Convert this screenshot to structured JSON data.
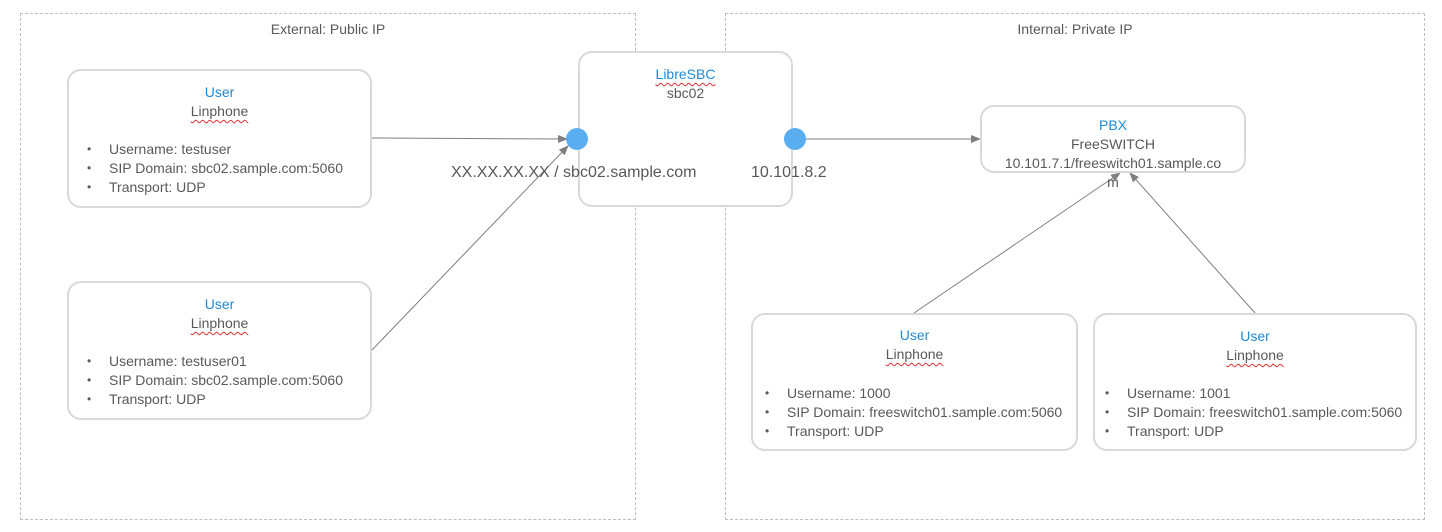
{
  "zones": {
    "external": {
      "title": "External: Public IP"
    },
    "internal": {
      "title": "Internal: Private IP"
    }
  },
  "sbc": {
    "role": "LibreSBC",
    "name": "sbc02"
  },
  "sbc_ports": {
    "public_label": "XX.XX.XX.XX / sbc02.sample.com",
    "private_label": "10.101.8.2"
  },
  "pbx": {
    "role": "PBX",
    "name": "FreeSWITCH",
    "address_line1": "10.101.7.1/freeswitch01.sample.co",
    "address_line2": "m"
  },
  "external_users": [
    {
      "role": "User",
      "app": "Linphone",
      "items": [
        "Username: testuser",
        "SIP Domain: sbc02.sample.com:5060",
        "Transport: UDP"
      ]
    },
    {
      "role": "User",
      "app": "Linphone",
      "items": [
        "Username: testuser01",
        "SIP Domain: sbc02.sample.com:5060",
        "Transport: UDP"
      ]
    }
  ],
  "internal_users": [
    {
      "role": "User",
      "app": "Linphone",
      "items": [
        "Username: 1000",
        "SIP Domain: freeswitch01.sample.com:5060",
        "Transport: UDP"
      ]
    },
    {
      "role": "User",
      "app": "Linphone",
      "items": [
        "Username: 1001",
        "SIP Domain: freeswitch01.sample.com:5060",
        "Transport: UDP"
      ]
    }
  ],
  "colors": {
    "accent": "#1f8ad6",
    "port": "#5aaef0",
    "border": "#d9d9d9",
    "zone_border": "#bfbfbf",
    "arrow": "#7f7f7f"
  }
}
